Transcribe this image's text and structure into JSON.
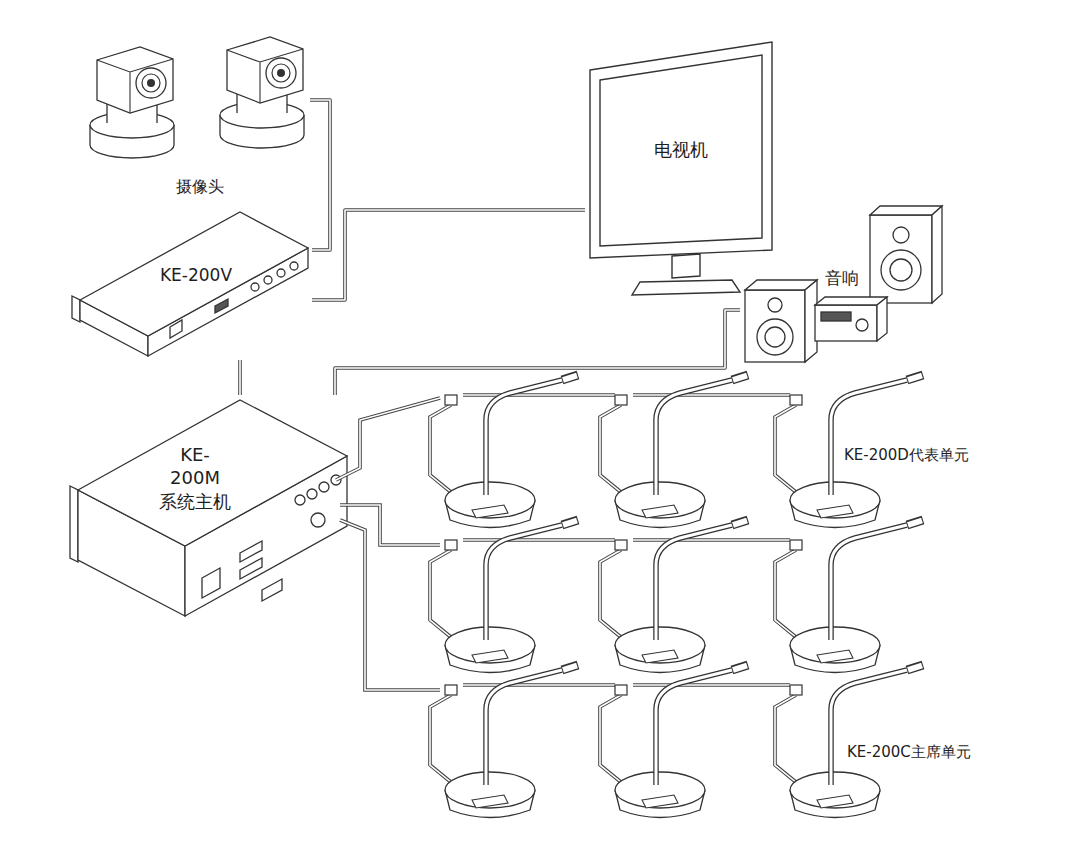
{
  "diagram": {
    "nodes": [
      {
        "text": [
          "摄像头"
        ]
      },
      {
        "text": [
          "电视机"
        ]
      },
      {
        "text": [
          "音响"
        ]
      },
      {
        "text": [
          "KE-200V"
        ]
      },
      {
        "text": [
          "KE-200M 系统主机"
        ]
      }
    ],
    "edges": [
      {
        "from": 0,
        "to": 3,
        "arrow": "none"
      },
      {
        "from": 1,
        "to": 3,
        "arrow": "none"
      },
      {
        "from": 3,
        "to": 4,
        "arrow": "none"
      },
      {
        "from": 4,
        "to": 2,
        "arrow": "none"
      }
    ],
    "labels": [
      "KE-200D代表单元",
      "KE-200C主席单元"
    ]
  }
}
